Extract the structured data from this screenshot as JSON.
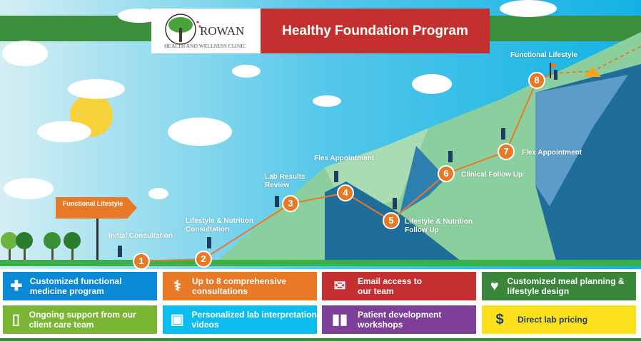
{
  "header": {
    "clinic_name": "ROWAN",
    "clinic_subtitle": "HEALTH AND WELLNESS CLINIC",
    "program_title": "Healthy Foundation Program"
  },
  "sign": {
    "label": "Functional Lifestyle"
  },
  "steps": [
    {
      "number": "1",
      "label": "Initial Consultation"
    },
    {
      "number": "2",
      "label": "Lifestyle & Nutrition Consultation"
    },
    {
      "number": "3",
      "label": "Lab Results Review"
    },
    {
      "number": "4",
      "label": "Flex Appointment"
    },
    {
      "number": "5",
      "label": "Lifestyle & Nutrition Follow Up"
    },
    {
      "number": "6",
      "label": "Clinical Follow Up"
    },
    {
      "number": "7",
      "label": "Flex Appointment"
    },
    {
      "number": "8",
      "label": "Functional Lifestyle"
    }
  ],
  "features": [
    {
      "label": "Customized functional medicine program",
      "icon": "medical-folder-icon",
      "color": "#0a89d6"
    },
    {
      "label": "Up to 8 comprehensive consultations",
      "icon": "doctor-icon",
      "color": "#e87a27"
    },
    {
      "label": "Email access to our team",
      "icon": "email-icon",
      "color": "#c4302f"
    },
    {
      "label": "Customized meal planning & lifestyle design",
      "icon": "person-heart-icon",
      "color": "#3a873a"
    },
    {
      "label": "Ongoing support from our client care team",
      "icon": "phone-icon",
      "color": "#7ab534"
    },
    {
      "label": "Personalized lab interpretation videos",
      "icon": "monitor-icon",
      "color": "#0dbdee"
    },
    {
      "label": "Patient development workshops",
      "icon": "books-icon",
      "color": "#7e3f98"
    },
    {
      "label": "Direct lab pricing",
      "icon": "price-bottle-icon",
      "color": "#fde01c"
    }
  ]
}
